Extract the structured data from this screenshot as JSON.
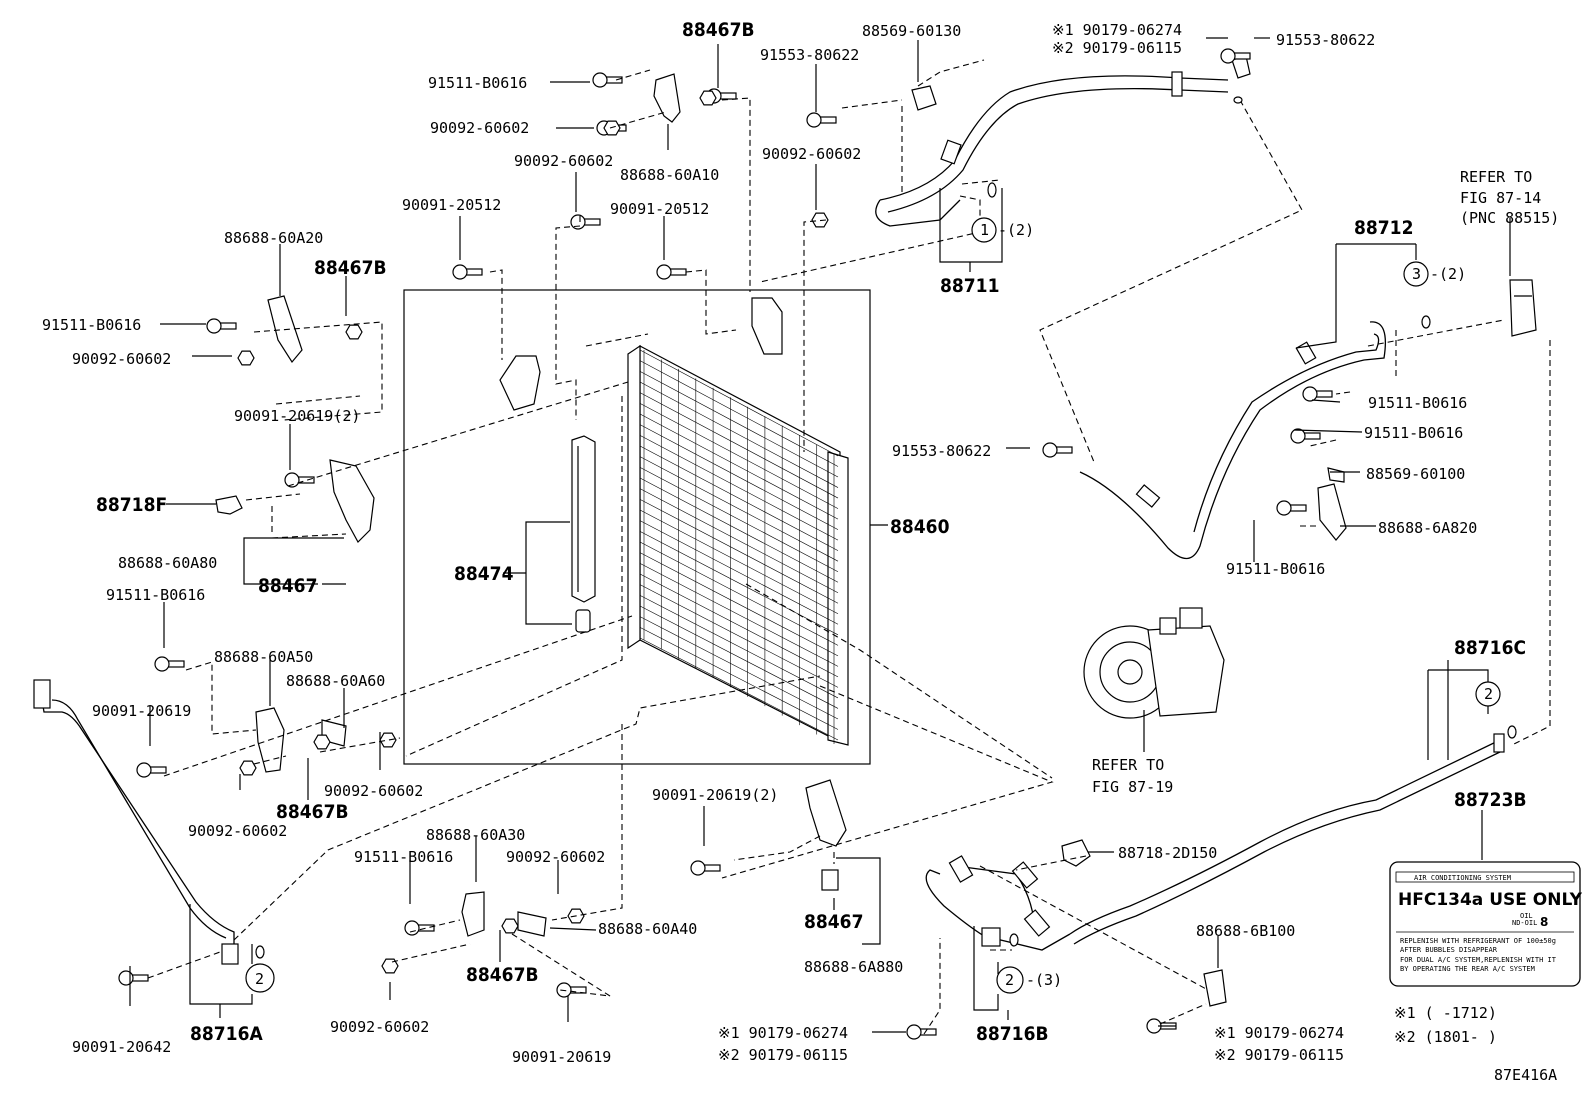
{
  "labels": {
    "p88467B_top": "88467B",
    "p91511_a": "91511-B0616",
    "p90092_a": "90092-60602",
    "p88688_60A10": "88688-60A10",
    "p90092_b": "90092-60602",
    "p88569_60130": "88569-60130",
    "p91553_a": "91553-80622",
    "p90092_c": "90092-60602",
    "p90179_1a": "※1 90179-06274",
    "p90179_2a": "※2 90179-06115",
    "p91553_b": "91553-80622",
    "p90091_a": "90091-20512",
    "p90091_b": "90091-20512",
    "p88688_60A20": "88688-60A20",
    "p88467B_left": "88467B",
    "p91511_b": "91511-B0616",
    "p90092_d": "90092-60602",
    "p88711": "88711",
    "p88711_circle": "1",
    "p88711_qty": "-(2)",
    "p88712": "88712",
    "p88712_circle": "3",
    "p88712_qty": "-(2)",
    "refer_87_14_a": "REFER TO",
    "refer_87_14_b": "FIG 87-14",
    "refer_87_14_c": "(PNC 88515)",
    "p90091_20619_2a": "90091-20619(2)",
    "p91511_c": "91511-B0616",
    "p91553_c": "91553-80622",
    "p91511_d": "91511-B0616",
    "p88569_60100": "88569-60100",
    "p88718F": "88718F",
    "p88460": "88460",
    "p88688_6A820": "88688-6A820",
    "p88474": "88474",
    "p91511_e": "91511-B0616",
    "p88688_60A80": "88688-60A80",
    "p88467_left": "88467",
    "p91511_f": "91511-B0616",
    "p88688_60A50": "88688-60A50",
    "p88688_60A60": "88688-60A60",
    "p88716C": "88716C",
    "p88716C_circle": "2",
    "p90091_20619_a": "90091-20619",
    "refer_87_19_a": "REFER TO",
    "refer_87_19_b": "FIG 87-19",
    "p90092_e": "90092-60602",
    "p88467B_mid": "88467B",
    "p90092_f": "90092-60602",
    "p90091_20619_2b": "90091-20619(2)",
    "p88723B": "88723B",
    "p88688_60A30": "88688-60A30",
    "p91511_g": "91511-B0616",
    "p90092_g": "90092-60602",
    "p88718_2D150": "88718-2D150",
    "p88688_60A40": "88688-60A40",
    "p88467_mid": "88467",
    "p88688_6B100": "88688-6B100",
    "p88467B_bottom": "88467B",
    "p88688_6A880": "88688-6A880",
    "p90091_20642": "90091-20642",
    "p88716A": "88716A",
    "p88716A_circle": "2",
    "p90092_h": "90092-60602",
    "p90091_20619_b": "90091-20619",
    "p88716B": "88716B",
    "p88716B_circle": "2",
    "p88716B_qty": "-(3)",
    "p90179_1b": "※1 90179-06274",
    "p90179_2b": "※2 90179-06115",
    "p90179_1c": "※1 90179-06274",
    "p90179_2c": "※2 90179-06115",
    "note1": "※1 (      -1712)",
    "note2": "※2 (1801-      )",
    "figure_id": "87E416A"
  },
  "sticker": {
    "header": "AIR CONDITIONING SYSTEM",
    "big_text": "HFC134a USE ONLY",
    "oil_label": "OIL",
    "oil_type": "ND-OIL",
    "oil_grade": "8",
    "line1": "REPLENISH WITH REFRIGERANT OF 100±50g",
    "line2": "AFTER BUBBLES DISAPPEAR",
    "line3": "FOR DUAL A/C SYSTEM,REPLENISH WITH IT",
    "line4": "BY OPERATING THE REAR A/C SYSTEM"
  }
}
